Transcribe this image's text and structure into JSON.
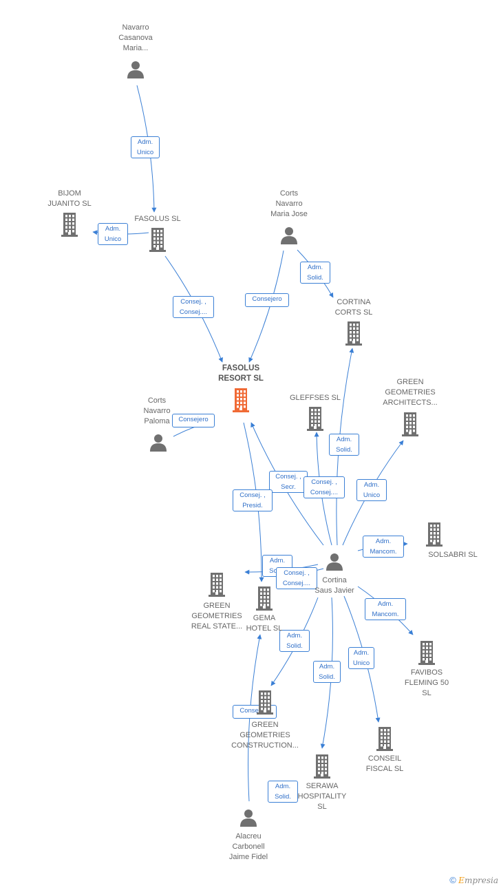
{
  "colors": {
    "edge": "#3a7fd5",
    "company": "#707070",
    "main_company": "#f06a35",
    "person": "#707070"
  },
  "nodes": [
    {
      "id": "navarro_casanova",
      "type": "person",
      "label": "Navarro\nCasanova\nMaria..."
    },
    {
      "id": "bijom",
      "type": "company",
      "label": "BIJOM\nJUANITO SL"
    },
    {
      "id": "fasolus_sl",
      "type": "company",
      "label": "FASOLUS SL"
    },
    {
      "id": "corts_maria_jose",
      "type": "person",
      "label": "Corts\nNavarro\nMaria Jose"
    },
    {
      "id": "cortina_corts",
      "type": "company",
      "label": "CORTINA\nCORTS  SL"
    },
    {
      "id": "fasolus_resort",
      "type": "main",
      "label": "FASOLUS\nRESORT  SL"
    },
    {
      "id": "corts_paloma",
      "type": "person",
      "label": "Corts\nNavarro\nPaloma"
    },
    {
      "id": "gleffses",
      "type": "company",
      "label": "GLEFFSES  SL"
    },
    {
      "id": "green_architects",
      "type": "company",
      "label": "GREEN\nGEOMETRIES\nARCHITECTS..."
    },
    {
      "id": "solsabri",
      "type": "company",
      "label": "SOLSABRI SL"
    },
    {
      "id": "cortina_saus",
      "type": "person",
      "label": "Cortina\nSaus Javier"
    },
    {
      "id": "green_real_state",
      "type": "company",
      "label": "GREEN\nGEOMETRIES\nREAL STATE..."
    },
    {
      "id": "gema_hotel",
      "type": "company",
      "label": "GEMA\nHOTEL SL"
    },
    {
      "id": "favibos",
      "type": "company",
      "label": "FAVIBOS\nFLEMING 50\nSL"
    },
    {
      "id": "green_construction",
      "type": "company",
      "label": "GREEN\nGEOMETRIES\nCONSTRUCTION..."
    },
    {
      "id": "conseil",
      "type": "company",
      "label": "CONSEIL\nFISCAL SL"
    },
    {
      "id": "serawa",
      "type": "company",
      "label": "SERAWA\nHOSPITALITY\nSL"
    },
    {
      "id": "alacreu",
      "type": "person",
      "label": "Alacreu\nCarbonell\nJaime Fidel"
    }
  ],
  "edges": [
    {
      "from": "navarro_casanova",
      "to": "fasolus_sl",
      "label": "Adm.\nUnico"
    },
    {
      "from": "fasolus_sl",
      "to": "bijom",
      "label": "Adm.\nUnico"
    },
    {
      "from": "fasolus_sl",
      "to": "fasolus_resort",
      "label": "Consej. ,\nConsej...."
    },
    {
      "from": "corts_maria_jose",
      "to": "fasolus_resort",
      "label": "Consejero"
    },
    {
      "from": "corts_maria_jose",
      "to": "cortina_corts",
      "label": "Adm.\nSolid."
    },
    {
      "from": "corts_paloma",
      "to": "fasolus_resort",
      "label": "Consejero"
    },
    {
      "from": "cortina_saus",
      "to": "fasolus_resort",
      "label": "Consej. ,\nSecr."
    },
    {
      "from": "cortina_saus",
      "to": "gleffses",
      "label": "Consej. ,\nConsej...."
    },
    {
      "from": "cortina_saus",
      "to": "cortina_corts",
      "label": "Adm.\nSolid."
    },
    {
      "from": "cortina_saus",
      "to": "green_architects",
      "label": "Adm.\nUnico"
    },
    {
      "from": "cortina_saus",
      "to": "solsabri",
      "label": "Adm.\nMancom."
    },
    {
      "from": "fasolus_resort",
      "to": "gema_hotel",
      "label": "Consej. ,\nPresid."
    },
    {
      "from": "cortina_saus",
      "to": "green_real_state",
      "label": "Adm.\nSolid."
    },
    {
      "from": "cortina_saus",
      "to": "gema_hotel",
      "label": "Consej. ,\nConsej...."
    },
    {
      "from": "cortina_saus",
      "to": "favibos",
      "label": "Adm.\nMancom."
    },
    {
      "from": "cortina_saus",
      "to": "green_construction",
      "label": "Adm.\nSolid."
    },
    {
      "from": "cortina_saus",
      "to": "serawa",
      "label": "Adm.\nSolid."
    },
    {
      "from": "cortina_saus",
      "to": "conseil",
      "label": "Adm.\nUnico"
    },
    {
      "from": "alacreu",
      "to": "gema_hotel",
      "label": "Consejero"
    },
    {
      "from": "alacreu",
      "to": "serawa",
      "label": "Adm.\nSolid."
    }
  ],
  "footer": {
    "copyright_symbol": "©",
    "brand_first": "E",
    "brand_rest": "mpresia"
  }
}
